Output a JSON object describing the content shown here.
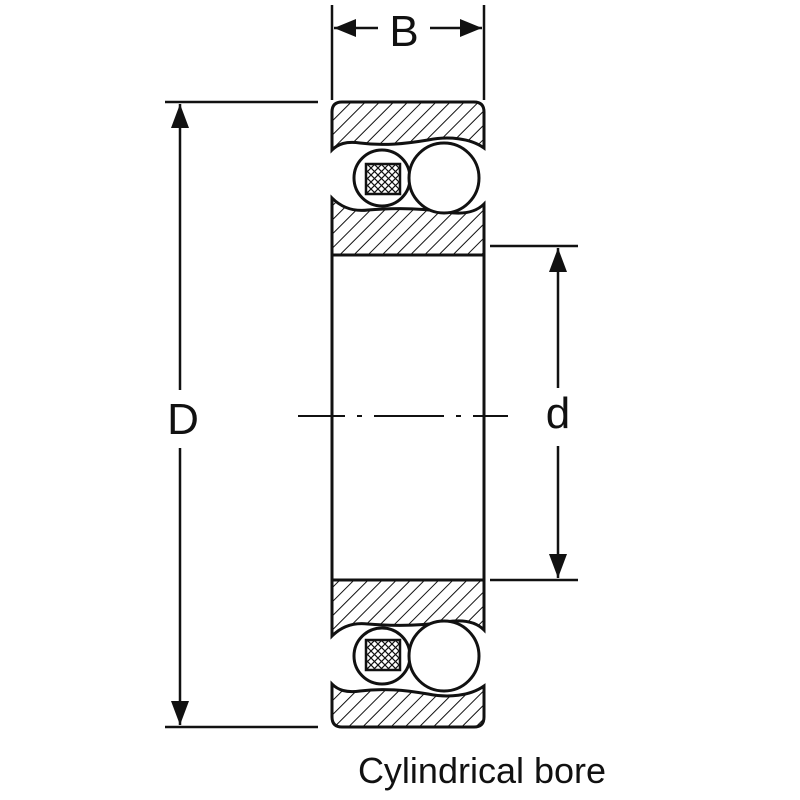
{
  "labels": {
    "width": "B",
    "outer_diameter": "D",
    "bore_diameter": "d"
  },
  "caption": "Cylindrical bore",
  "colors": {
    "line": "#111111",
    "background": "#ffffff"
  }
}
